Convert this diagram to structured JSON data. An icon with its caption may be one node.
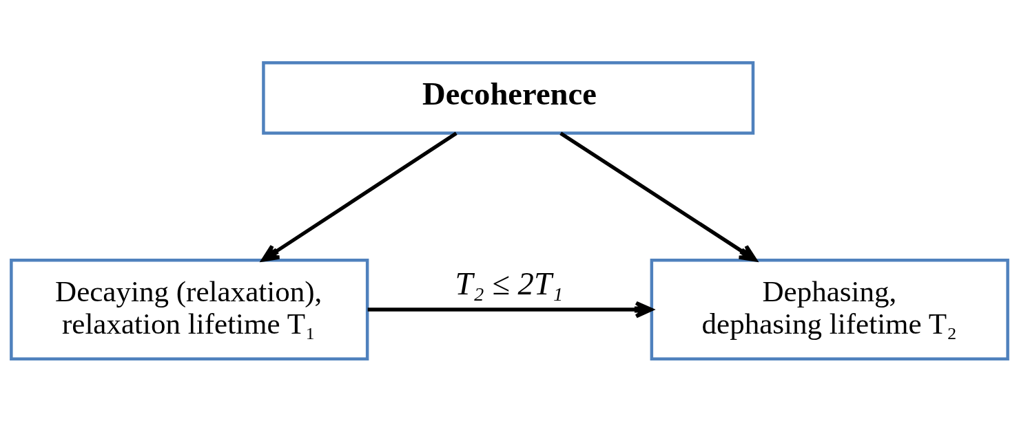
{
  "diagram": {
    "nodes": [
      {
        "text": [
          "Decoherence"
        ]
      },
      {
        "text": [
          "Decaying (relaxation), relaxation lifetime T₁"
        ]
      },
      {
        "text": [
          "Dephasing, dephasing lifetime T₂"
        ]
      }
    ],
    "edges": [
      {
        "from": 0,
        "to": 1,
        "arrow": "to"
      },
      {
        "from": 0,
        "to": 2,
        "arrow": "to"
      },
      {
        "from": 1,
        "to": 2,
        "arrow": "to",
        "label": "T₂ ≤ 2T₁"
      }
    ]
  }
}
